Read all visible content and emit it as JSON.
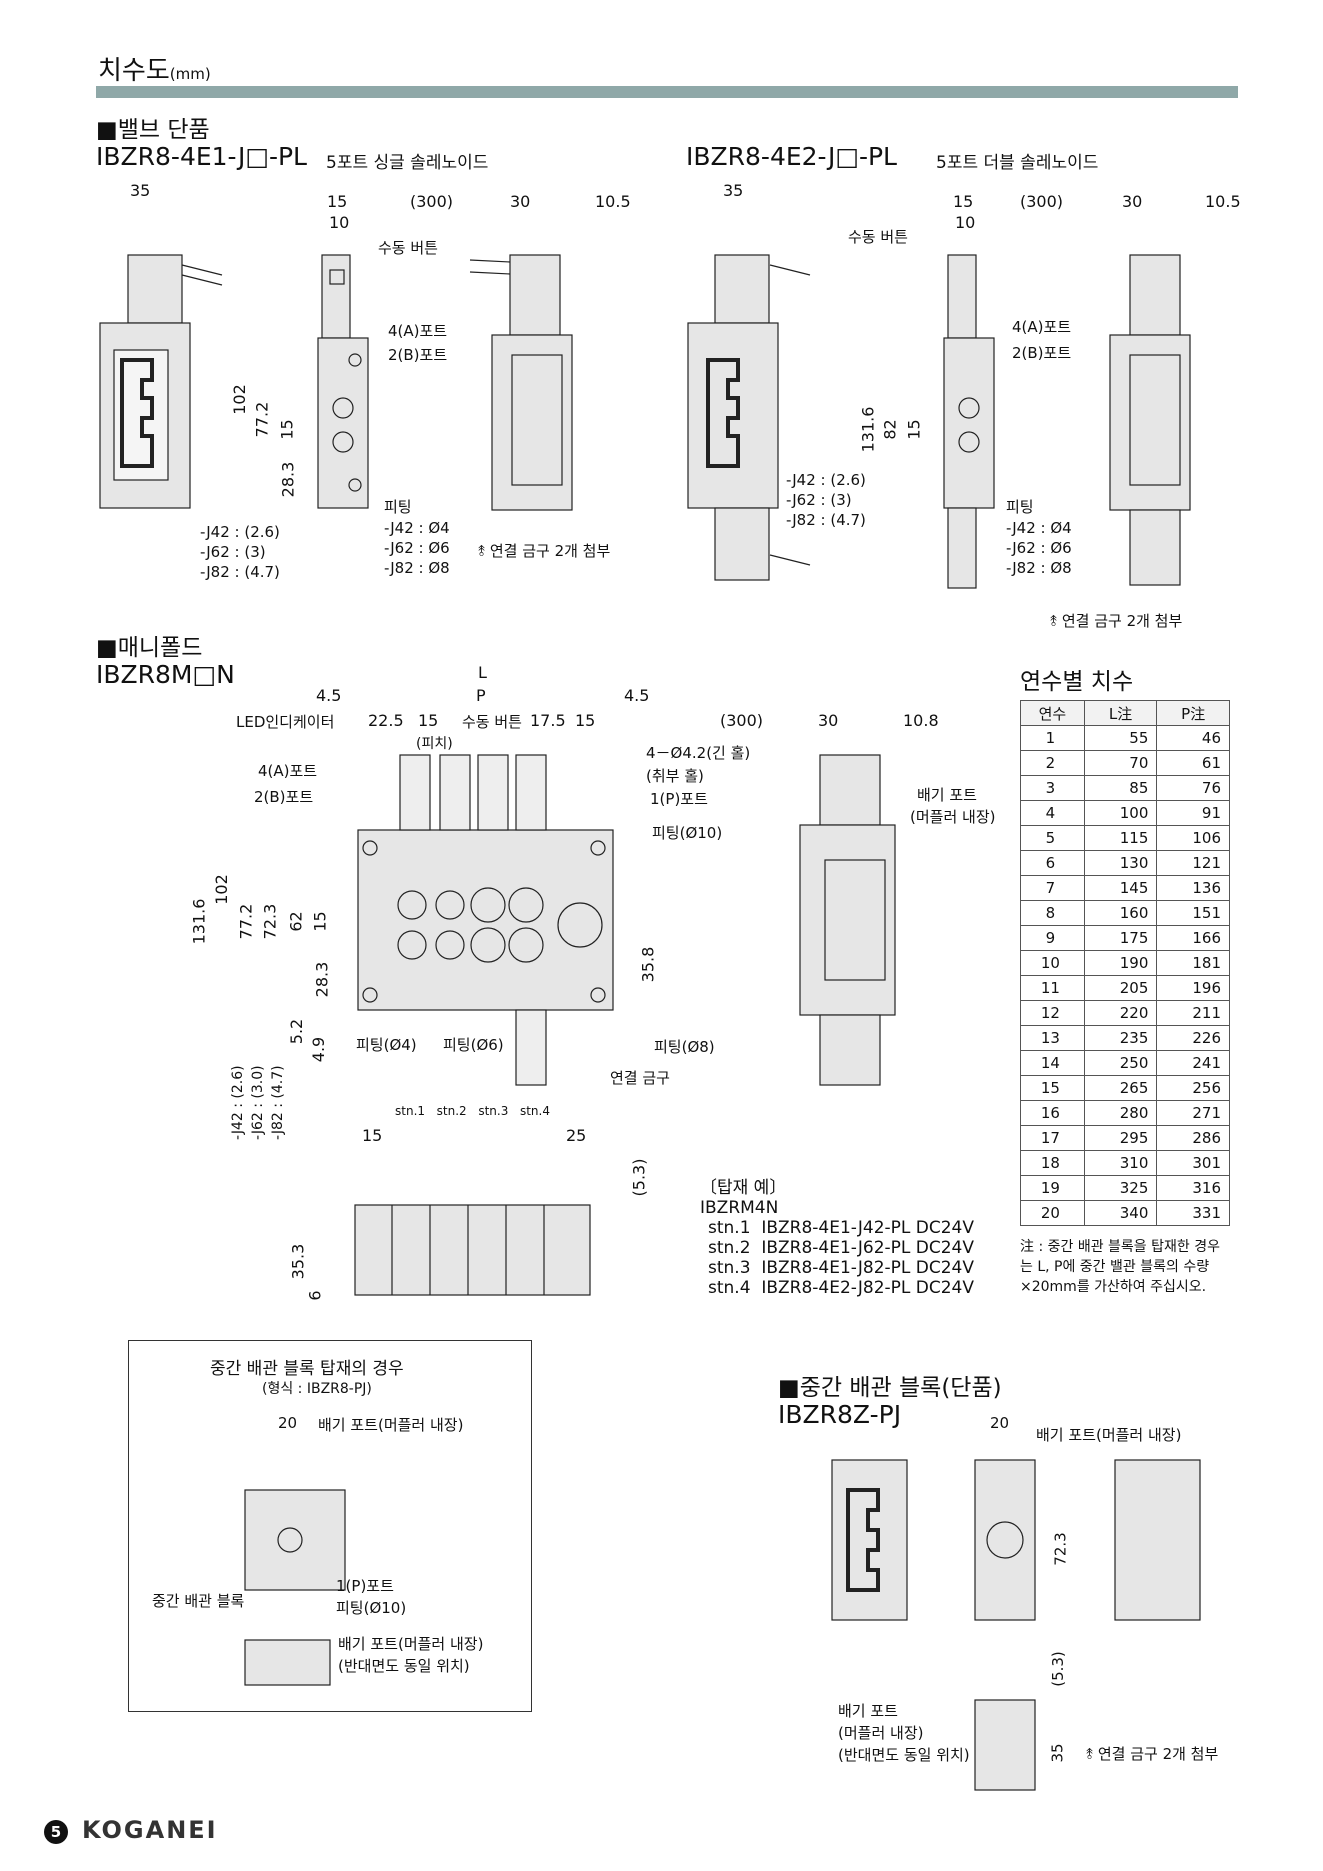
{
  "header": {
    "title": "치수도",
    "unit": "(mm)"
  },
  "valve": {
    "section": "■밸브 단품",
    "left": {
      "model": "IBZR8-4E1-J□-PL",
      "sub": "5포트 싱글 솔레노이드",
      "dims": {
        "d35": "35",
        "d15": "15",
        "d10": "10",
        "d300": "(300)",
        "d30": "30",
        "d105": "10.5",
        "d102": "102",
        "d772": "77.2",
        "d15v": "15",
        "d283": "28.3"
      },
      "labels": {
        "manual": "수동 버튼",
        "port4a": "4(A)포트",
        "port2b": "2(B)포트",
        "fitting": "피팅"
      },
      "j_offsets": [
        "-J42 : (2.6)",
        "-J62 : (3)",
        "-J82 : (4.7)"
      ],
      "fittings": [
        "-J42 : Ø4",
        "-J62 : Ø6",
        "-J82 : Ø8"
      ],
      "attach": "연결 금구 2개 첨부"
    },
    "right": {
      "model": "IBZR8-4E2-J□-PL",
      "sub": "5포트 더블 솔레노이드",
      "dims": {
        "d35": "35",
        "d15": "15",
        "d10": "10",
        "d300": "(300)",
        "d30": "30",
        "d105": "10.5",
        "d1316": "131.6",
        "d82": "82",
        "d15v": "15"
      },
      "labels": {
        "manual": "수동 버튼",
        "port4a": "4(A)포트",
        "port2b": "2(B)포트",
        "fitting": "피팅"
      },
      "j_offsets": [
        "-J42 : (2.6)",
        "-J62 : (3)",
        "-J82 : (4.7)"
      ],
      "fittings": [
        "-J42 : Ø4",
        "-J62 : Ø6",
        "-J82 : Ø8"
      ],
      "attach": "연결 금구 2개 첨부"
    }
  },
  "manifold": {
    "section": "■매니폴드",
    "model": "IBZR8M□N",
    "dims": {
      "L": "L",
      "P": "P",
      "d45a": "4.5",
      "d45b": "4.5",
      "d225": "22.5",
      "d15a": "15",
      "pitch": "(피치)",
      "d175": "17.5",
      "d15b": "15",
      "d1316": "131.6",
      "d102": "102",
      "d772": "77.2",
      "d723": "72.3",
      "d62": "62",
      "d15v": "15",
      "d283": "28.3",
      "d52": "5.2",
      "d49": "4.9",
      "d358": "35.8",
      "d300": "(300)",
      "d30": "30",
      "d108": "10.8",
      "d15c": "15",
      "d25": "25",
      "d53": "(5.3)",
      "d353": "35.3",
      "d6": "6"
    },
    "labels": {
      "led": "LED인디케이터",
      "manual": "수동 버튼",
      "port4a": "4(A)포트",
      "port2b": "2(B)포트",
      "holes": "4－Ø4.2(긴 홀)",
      "mount": "(취부 홀)",
      "port1p": "1(P)포트",
      "fit10": "피팅(Ø10)",
      "fit4": "피팅(Ø4)",
      "fit6": "피팅(Ø6)",
      "fit8": "피팅(Ø8)",
      "bracket": "연결 금구",
      "exhaust": "배기 포트",
      "muffler": "(머플러 내장)"
    },
    "j_vert": [
      "-J42 : (2.6)",
      "-J62 : (3.0)",
      "-J82 : (4.7)"
    ],
    "stations": [
      "stn.1",
      "stn.2",
      "stn.3",
      "stn.4"
    ],
    "example": {
      "title": "〔탑재 예〕",
      "model": "IBZRM4N",
      "rows": [
        "stn.1  IBZR8-4E1-J42-PL DC24V",
        "stn.2  IBZR8-4E1-J62-PL DC24V",
        "stn.3  IBZR8-4E1-J82-PL DC24V",
        "stn.4  IBZR8-4E2-J82-PL DC24V"
      ]
    }
  },
  "station_table": {
    "title": "연수별 치수",
    "headers": [
      "연수",
      "L注",
      "P注"
    ],
    "rows": [
      [
        "1",
        "55",
        "46"
      ],
      [
        "2",
        "70",
        "61"
      ],
      [
        "3",
        "85",
        "76"
      ],
      [
        "4",
        "100",
        "91"
      ],
      [
        "5",
        "115",
        "106"
      ],
      [
        "6",
        "130",
        "121"
      ],
      [
        "7",
        "145",
        "136"
      ],
      [
        "8",
        "160",
        "151"
      ],
      [
        "9",
        "175",
        "166"
      ],
      [
        "10",
        "190",
        "181"
      ],
      [
        "11",
        "205",
        "196"
      ],
      [
        "12",
        "220",
        "211"
      ],
      [
        "13",
        "235",
        "226"
      ],
      [
        "14",
        "250",
        "241"
      ],
      [
        "15",
        "265",
        "256"
      ],
      [
        "16",
        "280",
        "271"
      ],
      [
        "17",
        "295",
        "286"
      ],
      [
        "18",
        "310",
        "301"
      ],
      [
        "19",
        "325",
        "316"
      ],
      [
        "20",
        "340",
        "331"
      ]
    ],
    "note": "注 : 중간 배관 블록을 탑재한 경우는 L, P에 중간 밸관 블록의 수량×20mm를 가산하여 주십시오."
  },
  "mid_box": {
    "title": "중간 배관 블록 탑재의 경우",
    "form": "(형식 : IBZR8-PJ)",
    "d20": "20",
    "exhaust": "배기 포트(머플러 내장)",
    "port1p": "1(P)포트",
    "fit10": "피팅(Ø10)",
    "block": "중간 배관 블록",
    "exhaust2": "배기 포트(머플러 내장)",
    "same": "(반대면도 동일 위치)"
  },
  "mid_block": {
    "section": "■중간 배관 블록(단품)",
    "model": "IBZR8Z-PJ",
    "d20": "20",
    "exhaust": "배기 포트(머플러 내장)",
    "d723": "72.3",
    "d53": "(5.3)",
    "d35": "35",
    "ex_label": "배기 포트",
    "muffler": "(머플러 내장)",
    "same": "(반대면도 동일 위치)",
    "attach": "연결 금구 2개 첨부"
  },
  "footer": {
    "page": "5",
    "brand": "KOGANEI"
  }
}
